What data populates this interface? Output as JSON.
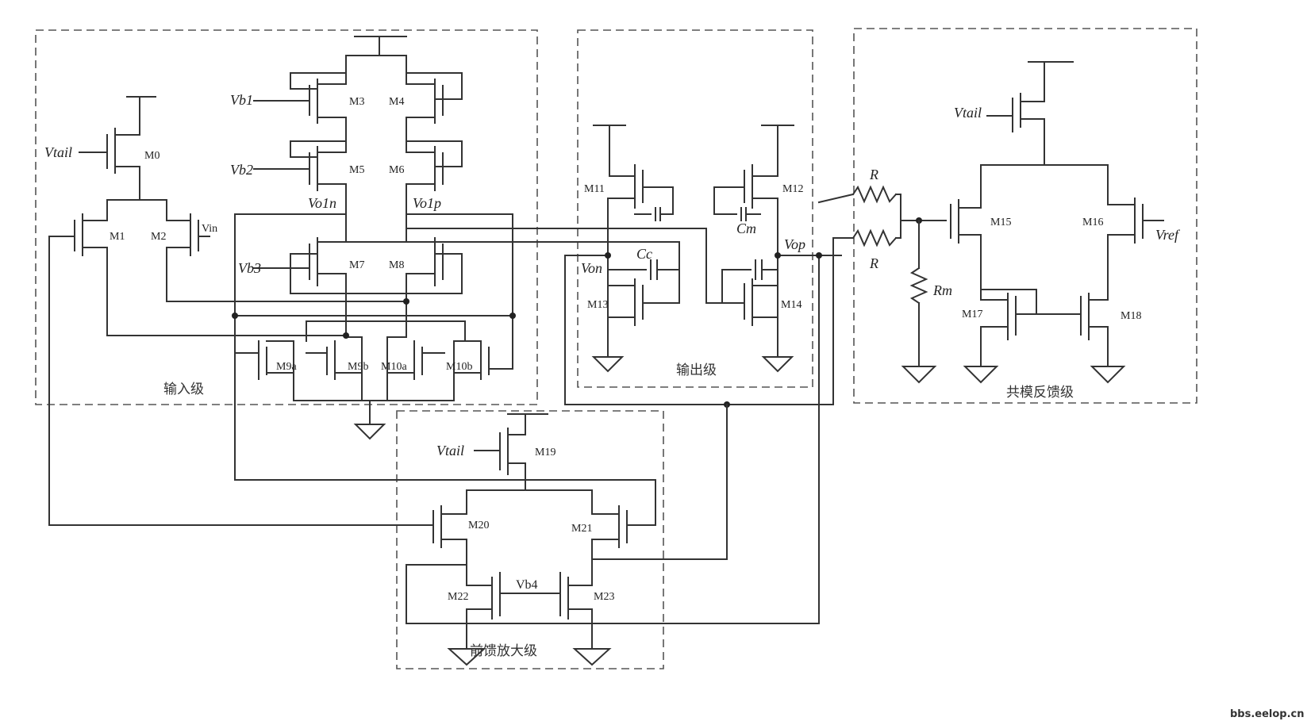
{
  "stages": {
    "input": "输入级",
    "output": "输出级",
    "cmfb": "共模反馈级",
    "feedforward": "前馈放大级"
  },
  "signals": {
    "vtail_m0": "Vtail",
    "vb1": "Vb1",
    "vb2": "Vb2",
    "vb3": "Vb3",
    "von1": "Vo1n",
    "vop1": "Vo1p",
    "vin": "Vin",
    "von": "Von",
    "vop": "Vop",
    "vtail_cmfb": "Vtail",
    "vref": "Vref",
    "vtail_ff": "Vtail",
    "vb4": "Vb4"
  },
  "transistors": {
    "m0": "M0",
    "m1": "M1",
    "m2": "M2",
    "m3": "M3",
    "m4": "M4",
    "m5": "M5",
    "m6": "M6",
    "m7": "M7",
    "m8": "M8",
    "m9a": "M9a",
    "m9b": "M9b",
    "m10a": "M10a",
    "m10b": "M10b",
    "m11": "M11",
    "m12": "M12",
    "m13": "M13",
    "m14": "M14",
    "m15": "M15",
    "m16": "M16",
    "m17": "M17",
    "m18": "M18",
    "m19": "M19",
    "m20": "M20",
    "m21": "M21",
    "m22": "M22",
    "m23": "M23"
  },
  "passives": {
    "cc": "Cc",
    "cm": "Cm",
    "r1": "R",
    "r2": "R",
    "rm": "Rm"
  },
  "watermark": "bbs.eelop.cn"
}
